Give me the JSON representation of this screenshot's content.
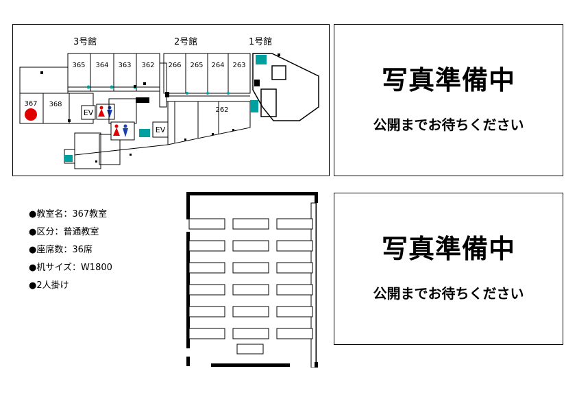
{
  "map": {
    "buildings": [
      "3号館",
      "2号館",
      "1号館"
    ],
    "rooms_b3": [
      "365",
      "364",
      "363",
      "362"
    ],
    "rooms_b2": [
      "266",
      "265",
      "264",
      "263"
    ],
    "rooms_lower": [
      "367",
      "368"
    ],
    "room_262": "262",
    "ev": "EV",
    "colors": {
      "highlight": "#e00000",
      "stair": "#00a0a0",
      "male": "#1a3fb0",
      "female": "#e00000"
    }
  },
  "photo": {
    "title": "写真準備中",
    "subtitle": "公開までお待ちください"
  },
  "info": {
    "bullet": "●",
    "items": [
      "教室名：367教室",
      "区分：普通教室",
      "座席数：36席",
      "机サイズ：W1800",
      "2人掛け"
    ]
  }
}
